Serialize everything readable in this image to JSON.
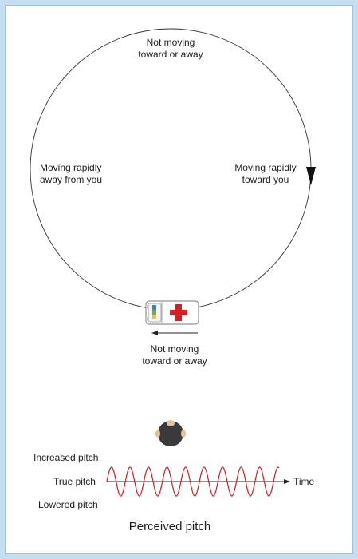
{
  "labels": {
    "top": [
      "Not moving",
      "toward or away"
    ],
    "bottom": [
      "Not moving",
      "toward or away"
    ],
    "left": [
      "Moving rapidly",
      "away from you"
    ],
    "right": [
      "Moving rapidly",
      "toward you"
    ]
  },
  "pitch_graph": {
    "increased": "Increased pitch",
    "true": "True pitch",
    "lowered": "Lowered pitch",
    "time": "Time",
    "title": "Perceived pitch"
  },
  "colors": {
    "background": "#c6dff0",
    "panel": "#ffffff",
    "wave": "#cc1f1f",
    "cross": "#d32027",
    "line": "#222222"
  },
  "icons": {
    "vehicle": "ambulance-icon",
    "listener": "listener-head-icon",
    "direction": "arrow-left-icon"
  }
}
